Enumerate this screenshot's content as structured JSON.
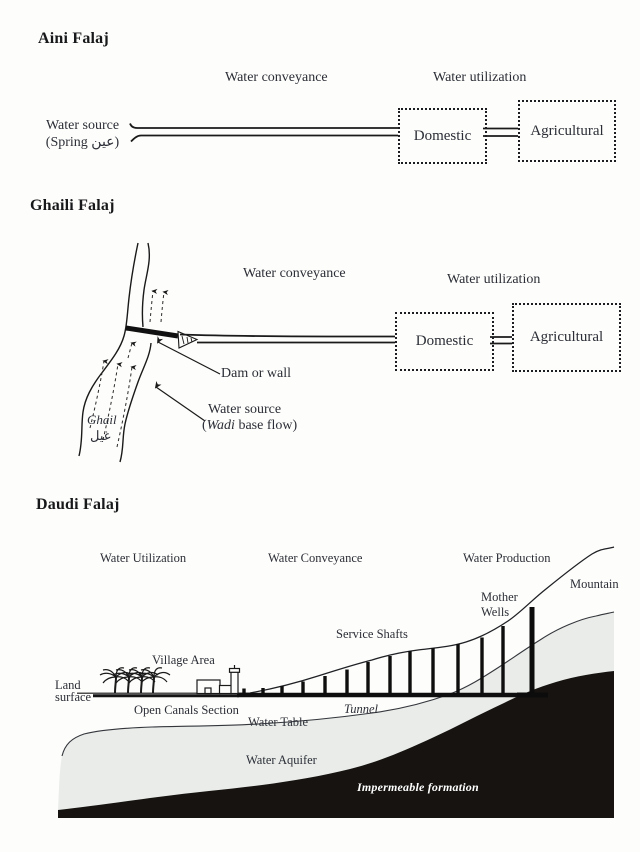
{
  "aini": {
    "title": "Aini Falaj",
    "conveyance_label": "Water conveyance",
    "utilization_label": "Water utilization",
    "source_line1": "Water source",
    "source_line2": "(Spring عين)",
    "domestic_label": "Domestic",
    "agricultural_label": "Agricultural"
  },
  "ghaili": {
    "title": "Ghaili Falaj",
    "conveyance_label": "Water conveyance",
    "utilization_label": "Water utilization",
    "dam_label": "Dam or wall",
    "source_line1": "Water source",
    "source_l2_a": "(",
    "source_l2_b": "Wadi",
    "source_l2_c": " base flow)",
    "ghail_latin": "Ghail",
    "ghail_arabic": "غيل",
    "domestic_label": "Domestic",
    "agricultural_label": "Agricultural"
  },
  "daudi": {
    "title": "Daudi Falaj",
    "utilization_label": "Water Utilization",
    "conveyance_label": "Water Conveyance",
    "production_label": "Water Production",
    "mountain_label": "Mountain",
    "mother_wells_line1": "Mother",
    "mother_wells_line2": "Wells",
    "service_shafts_label": "Service Shafts",
    "village_label": "Village Area",
    "land_line1": "Land",
    "land_line2": "surface",
    "open_canals_label": "Open Canals Section",
    "tunnel_label": "Tunnel",
    "water_table_label": "Water Table",
    "aquifer_label": "Water Aquifer",
    "impermeable_label": "Impermeable formation"
  },
  "colors": {
    "ink": "#1a1a1a",
    "label_text": "#2b2e36",
    "aquifer_fill": "#e9ece9",
    "formation_fill": "#161310",
    "background": "#fdfdfb"
  }
}
